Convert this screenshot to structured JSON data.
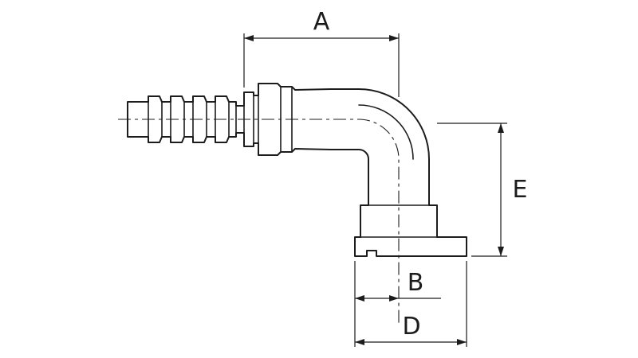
{
  "page": {
    "background_color": "#ffffff"
  },
  "drawing": {
    "type": "technical-dimension-drawing",
    "subject": "90-degree flanged hose fitting with barbed shank",
    "line_color": "#1c1c1c"
  },
  "dimensions": {
    "a": {
      "label": "A"
    },
    "b": {
      "label": "B"
    },
    "d": {
      "label": "D"
    },
    "e": {
      "label": "E"
    }
  }
}
